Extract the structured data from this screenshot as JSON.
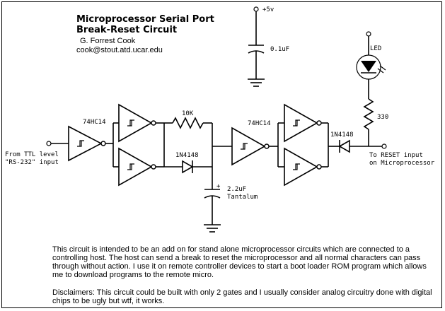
{
  "title_line1": "Microprocessor Serial Port",
  "title_line2": "Break-Reset Circuit",
  "author_name": "G. Forrest Cook",
  "author_email": "cook@stout.atd.ucar.edu",
  "supply_label": "+5v",
  "cap_bypass_label": "0.1uF",
  "led_label": "LED",
  "resistor_330_label": "330",
  "resistor_10k_label": "10K",
  "chip_label_1": "74HC14",
  "chip_label_2": "74HC14",
  "diode_label_1": "1N4148",
  "diode_label_2": "1N4148",
  "cap_timing_label": "2.2uF",
  "cap_timing_type": "Tantalum",
  "cap_plus": "+",
  "input_label_line1": "From TTL level",
  "input_label_line2": "\"RS-232\" input",
  "output_label_line1": "To RESET input",
  "output_label_line2": "on Microprocessor",
  "description": "This circuit is intended to be an add on for stand alone microprocessor circuits which are connected to a controlling host.  The host can send a break to reset the microprocessor and all normal characters can pass through without action.   I use it on remote controller devices to start a boot loader ROM program which allows me to download programs to the remote micro.",
  "disclaimer": "Disclaimers: This circuit could be built with only 2 gates and I usually consider analog circuitry done with digital chips to be ugly but wtf, it works."
}
